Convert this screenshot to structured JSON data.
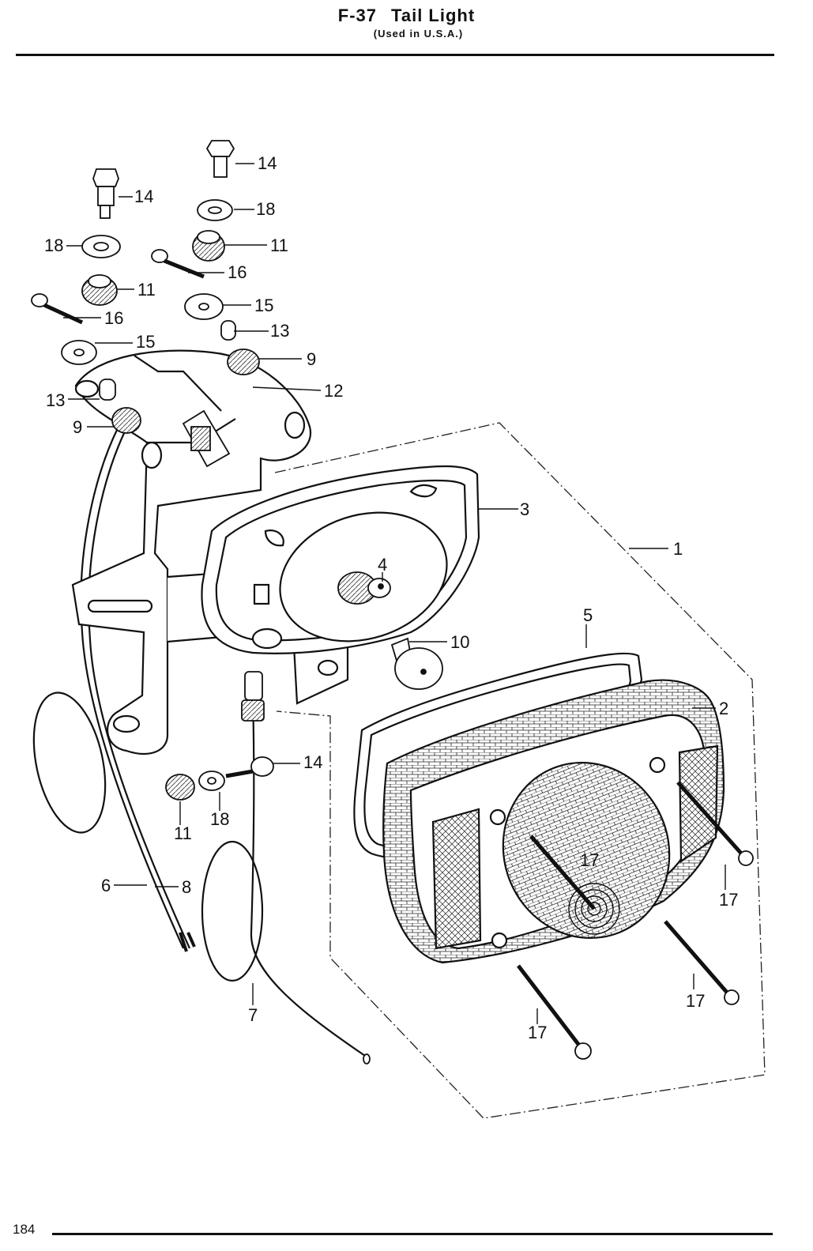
{
  "header": {
    "code": "F-37",
    "title": "Tail Light",
    "subtitle": "(Used in U.S.A.)"
  },
  "page_number": "184",
  "callouts": {
    "c1": "1",
    "c2": "2",
    "c3": "3",
    "c4": "4",
    "c5": "5",
    "c6": "6",
    "c7": "7",
    "c8": "8",
    "c9a": "9",
    "c9b": "9",
    "c10": "10",
    "c11a": "11",
    "c11b": "11",
    "c11c": "11",
    "c12": "12",
    "c13a": "13",
    "c13b": "13",
    "c14a": "14",
    "c14b": "14",
    "c14c": "14",
    "c15a": "15",
    "c15b": "15",
    "c16a": "16",
    "c16b": "16",
    "c17a": "17",
    "c17b": "17",
    "c17c": "17",
    "c17d": "17",
    "c18a": "18",
    "c18b": "18",
    "c18c": "18"
  }
}
